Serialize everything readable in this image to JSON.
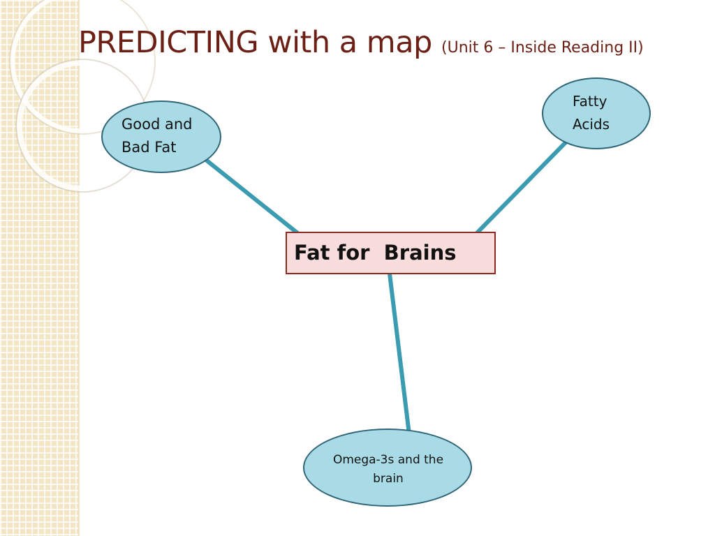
{
  "slide": {
    "title": "PREDICTING with a map",
    "subtitle": "(Unit 6 – Inside Reading II)"
  },
  "mind_map": {
    "central_topic": "Fat for  Brains",
    "nodes": [
      {
        "id": "good-bad",
        "label": "Good and Bad Fat"
      },
      {
        "id": "fatty",
        "label": "Fatty Acids"
      },
      {
        "id": "omega",
        "label": "Omega-3s and the brain"
      }
    ],
    "edges": [
      {
        "from": "central",
        "to": "good-bad"
      },
      {
        "from": "central",
        "to": "fatty"
      },
      {
        "from": "central",
        "to": "omega"
      }
    ]
  },
  "colors": {
    "title": "#6b1f15",
    "node_fill": "#a8dbe6",
    "node_border": "#2f6577",
    "connector": "#3b9bb0",
    "central_fill": "#f9dcdc",
    "central_border": "#8c2a22",
    "side_strip": "#f3e6c4"
  }
}
